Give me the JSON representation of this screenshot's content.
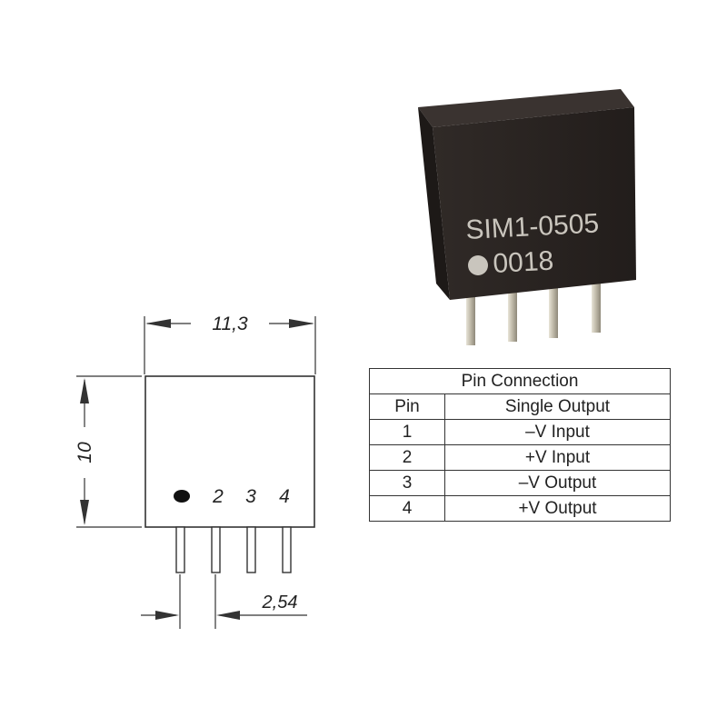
{
  "component": {
    "part_number": "SIM1-0505",
    "lot_code": "0018"
  },
  "drawing": {
    "width_label": "11,3",
    "height_label": "10",
    "pitch_label": "2,54",
    "pin_numbers": [
      "2",
      "3",
      "4"
    ]
  },
  "pin_table": {
    "title": "Pin Connection",
    "headers": [
      "Pin",
      "Single Output"
    ],
    "rows": [
      {
        "pin": "1",
        "function": "–V Input"
      },
      {
        "pin": "2",
        "function": "+V Input"
      },
      {
        "pin": "3",
        "function": "–V Output"
      },
      {
        "pin": "4",
        "function": "+V Output"
      }
    ]
  },
  "colors": {
    "component_body": "#2a2522",
    "pin_metal": "#c9c4b4",
    "line": "#333333"
  }
}
